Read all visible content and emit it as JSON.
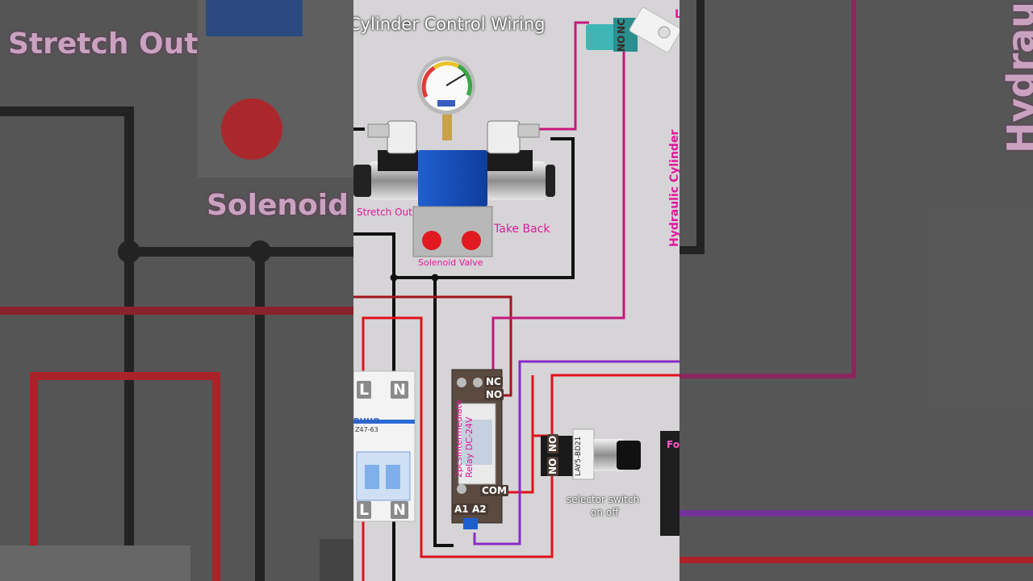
{
  "title": "Cylinder Control Wiring",
  "valve": {
    "left_label": "Stretch Out",
    "right_label": "Take Back",
    "name": "Solenoid Valve"
  },
  "limit_switch": {
    "nc": "NC",
    "no": "NO",
    "corner": "L"
  },
  "right_vertical_label": "Hydraulic Cylinder",
  "breaker": {
    "top_l": "L",
    "top_n": "N",
    "bottom_l": "L",
    "bottom_n": "N",
    "brand": "BHUO",
    "model": "Z47-63"
  },
  "relay": {
    "nc": "NC",
    "no": "NO",
    "com": "COM",
    "a1": "A1",
    "a2": "A2",
    "vertical_label": "2pcsIntermediate Relay DC-24V"
  },
  "selector": {
    "no_top": "NO",
    "no_bottom": "NO",
    "model": "LAY5-BD21",
    "caption_line1": "selector switch",
    "caption_line2": "on off"
  },
  "edge_box": {
    "label": "Fo"
  },
  "background": {
    "left_text_1": "Stretch Out",
    "left_text_2": "Solenoid Va",
    "right_vertical": "Hydrau"
  },
  "colors": {
    "wire_black": "#111111",
    "wire_red": "#e0121a",
    "wire_magenta": "#c4187e",
    "wire_purple": "#8a2ac8",
    "label_pink": "#e0189a",
    "panel_bg": "#d6d4d6"
  }
}
